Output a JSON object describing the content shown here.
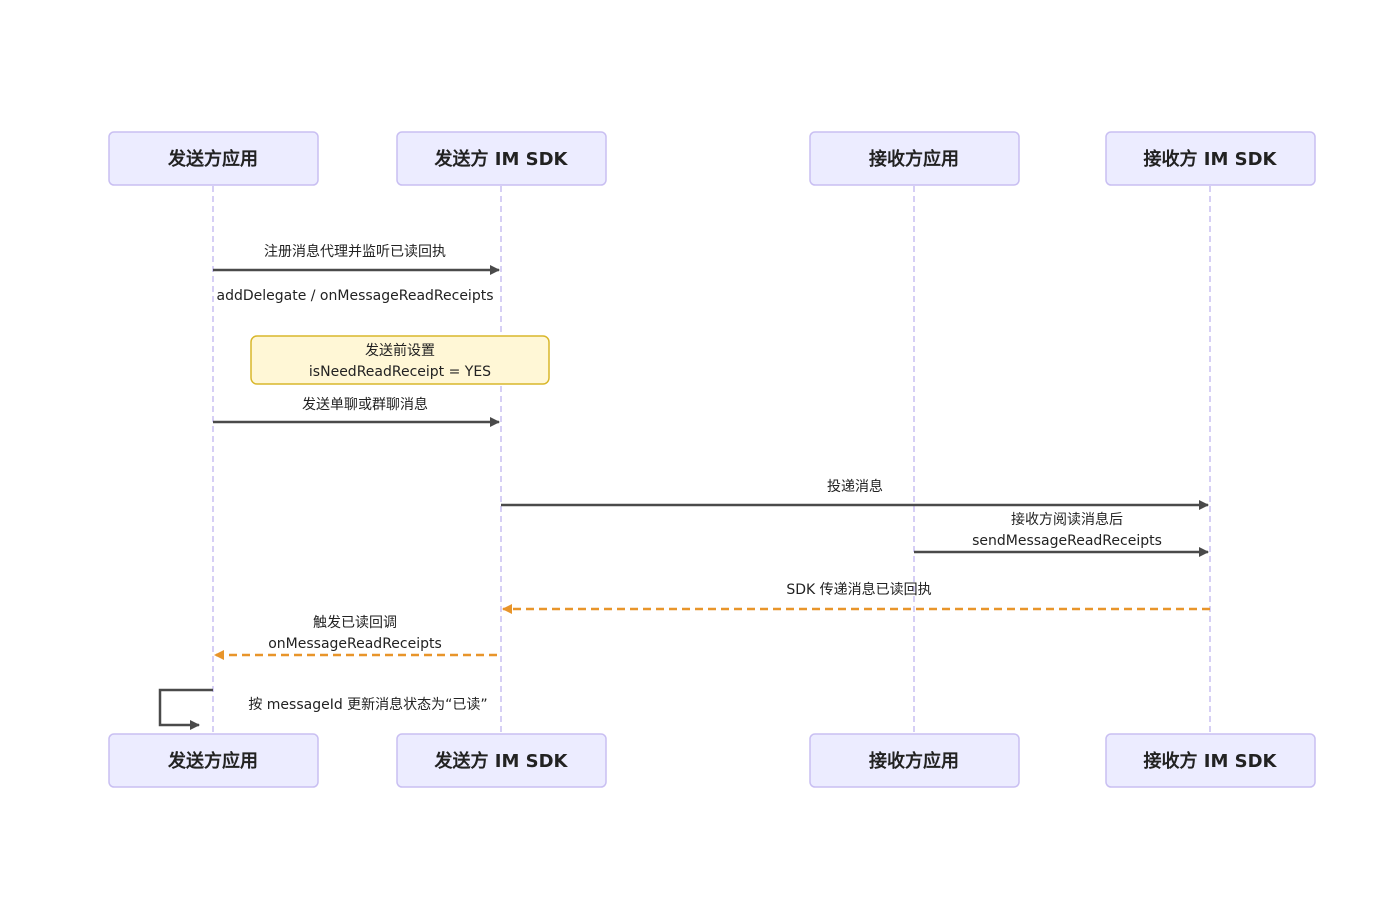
{
  "participants": [
    {
      "id": "sender_app",
      "label": "发送方应用"
    },
    {
      "id": "sender_sdk",
      "label": "发送方 IM SDK"
    },
    {
      "id": "receiver_app",
      "label": "接收方应用"
    },
    {
      "id": "receiver_sdk",
      "label": "接收方 IM SDK"
    }
  ],
  "messages": [
    {
      "from": "sender_app",
      "to": "sender_sdk",
      "style": "solid",
      "lines": [
        "注册消息代理并监听已读回执"
      ]
    },
    {
      "from": "sender_app",
      "to": "sender_sdk",
      "style": "solid",
      "lines": [
        "发送单聊或群聊消息"
      ]
    },
    {
      "from": "sender_sdk",
      "to": "receiver_sdk",
      "style": "solid",
      "lines": [
        "投递消息"
      ]
    },
    {
      "from": "receiver_app",
      "to": "receiver_sdk",
      "style": "solid",
      "lines": [
        "接收方阅读消息后",
        "sendMessageReadReceipts"
      ]
    },
    {
      "from": "receiver_sdk",
      "to": "sender_sdk",
      "style": "dashed",
      "lines": [
        "SDK 传递消息已读回执"
      ]
    },
    {
      "from": "sender_sdk",
      "to": "sender_app",
      "style": "dashed",
      "lines": [
        "触发已读回调",
        "onMessageReadReceipts"
      ]
    },
    {
      "from": "sender_app",
      "to": "sender_app",
      "style": "self",
      "lines": [
        "按 messageId 更新消息状态为“已读”"
      ]
    }
  ],
  "first_message_sublabel": "addDelegate / onMessageReadReceipts",
  "note": {
    "lines": [
      "发送前设置",
      "isNeedReadReceipt = YES"
    ]
  },
  "colors": {
    "actor_fill": "#ECECFF",
    "actor_border": "#C9BFF2",
    "solid_arrow": "#4a4a4a",
    "return_arrow": "#E8952A",
    "note_fill": "#FFF7D6",
    "note_border": "#D9B72B"
  }
}
